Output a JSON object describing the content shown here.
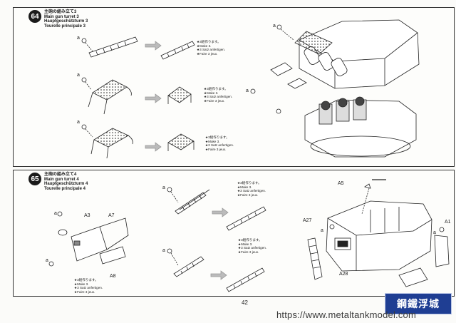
{
  "page_number": "42",
  "step64": {
    "number": "64",
    "title_jp": "主砲の組み立て3",
    "title_en": "Main gun turret 3",
    "title_de": "Hauptgeschützturm 3",
    "title_fr": "Tourelle principale 3",
    "note_lines": [
      "★3組作ります。",
      "★Make 3.",
      "★3 Satz anfertigen.",
      "★Faire 3 jeux."
    ],
    "callouts": [
      "a",
      "a",
      "a",
      "a",
      "a"
    ]
  },
  "step65": {
    "number": "65",
    "title_jp": "主砲の組み立て4",
    "title_en": "Main gun turret 4",
    "title_de": "Hauptgeschützturm 4",
    "title_fr": "Tourelle principale 4",
    "note_lines": [
      "★3組作ります。",
      "★Make 3.",
      "★3 Satz anfertigen.",
      "★Faire 3 jeux."
    ],
    "callouts": [
      "a",
      "a",
      "a",
      "a",
      "a",
      "a"
    ],
    "part_labels": [
      "A3",
      "A7",
      "A8",
      "A5",
      "A27",
      "A28",
      "A1"
    ]
  },
  "watermark": {
    "url": "https://www.metaltankmodel.com",
    "logo_text": "鋼鐵浮城"
  }
}
